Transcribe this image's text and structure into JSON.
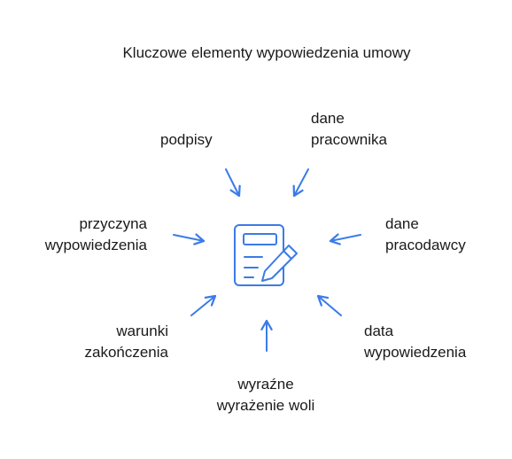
{
  "title": "Kluczowe elementy wypowiedzenia umowy",
  "accent_color": "#3b7be8",
  "center_icon": "document-edit-icon",
  "elements": [
    {
      "id": "podpisy",
      "lines": [
        "podpisy"
      ]
    },
    {
      "id": "dane-pracownika",
      "lines": [
        "dane",
        "pracownika"
      ]
    },
    {
      "id": "przyczyna-wypowiedzenia",
      "lines": [
        "przyczyna",
        "wypowiedzenia"
      ]
    },
    {
      "id": "dane-pracodawcy",
      "lines": [
        "dane",
        "pracodawcy"
      ]
    },
    {
      "id": "warunki-zakonczenia",
      "lines": [
        "warunki",
        "zakończenia"
      ]
    },
    {
      "id": "data-wypowiedzenia",
      "lines": [
        "data",
        "wypowiedzenia"
      ]
    },
    {
      "id": "wyrazne-wyrazenie-woli",
      "lines": [
        "wyraźne",
        "wyrażenie woli"
      ]
    }
  ]
}
